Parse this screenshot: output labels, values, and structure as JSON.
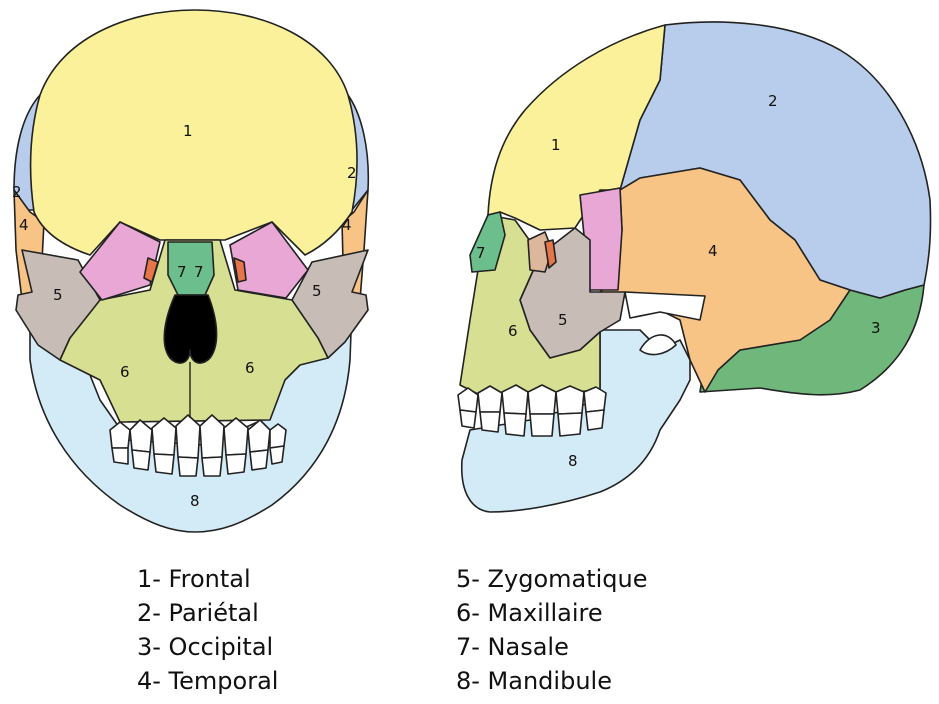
{
  "bone_colors": {
    "frontal": "#faf19a",
    "parietal": "#b7cdeb",
    "occipital": "#6fb77a",
    "temporal": "#f8c485",
    "zygomatic": "#c8bdb6",
    "maxilla": "#d7df92",
    "nasal": "#6cbf8d",
    "mandible": "#d3eaf7",
    "sphenoid": "#e9a7d6",
    "lacrimal": "#ddb79c",
    "small_bone": "#e6764a",
    "nasal_cavity": "#000000",
    "teeth": "#ffffff",
    "outline": "#222222"
  },
  "front_view_labels": {
    "frontal": "1",
    "parietal_left": "2",
    "parietal_right": "2",
    "temporal_left": "4",
    "temporal_right": "4",
    "zygomatic_left": "5",
    "zygomatic_right": "5",
    "maxilla_left": "6",
    "maxilla_right": "6",
    "nasal_left": "7",
    "nasal_right": "7",
    "mandible": "8"
  },
  "side_view_labels": {
    "frontal": "1",
    "parietal": "2",
    "occipital": "3",
    "temporal": "4",
    "zygomatic": "5",
    "maxilla": "6",
    "nasal": "7",
    "mandible": "8"
  },
  "legend": {
    "left": [
      "1- Frontal",
      "2- Pariétal",
      "3- Occipital",
      "4- Temporal"
    ],
    "right": [
      "5- Zygomatique",
      "6- Maxillaire",
      "7- Nasale",
      "8- Mandibule"
    ]
  }
}
